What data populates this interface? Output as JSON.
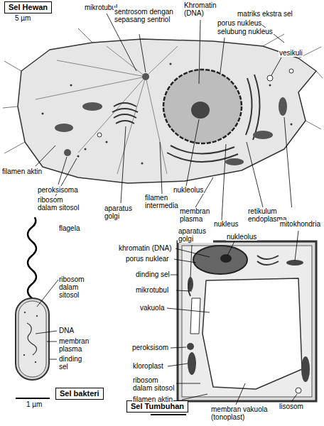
{
  "diagram": {
    "nodes": [
      {
        "text": [
          "Sel Hewan"
        ]
      },
      {
        "text": [
          "Sel bakteri"
        ]
      },
      {
        "text": [
          "Sel Tumbuhan"
        ]
      }
    ],
    "labels": [
      "5 µm",
      "mikrotubul",
      "sentrosom dengan sepasang sentriol",
      "Khromatin (DNA)",
      "matriks ekstra sel",
      "porus nukleus",
      "selubung nukleus",
      "vesikuli",
      "filamen aktin",
      "peroksisoma",
      "ribosom dalam sitosol",
      "aparatus golgi",
      "filamen intermedia",
      "nukleolus",
      "membran plasma",
      "nukleus",
      "retikulum endoplasma",
      "mitokhondria",
      "aparatus golgi",
      "nukleolus",
      "flagela",
      "ribosom dalam sitosol",
      "DNA",
      "membran plasma",
      "dinding sel",
      "1 µm",
      "khromatin (DNA)",
      "porus nuklear",
      "dinding sel",
      "mikrotubul",
      "vakuola",
      "peroksisom",
      "kloroplast",
      "ribosom dalam sitosol",
      "filamen aktin",
      "membran vakuola (tonoplast)",
      "lisosom"
    ]
  }
}
